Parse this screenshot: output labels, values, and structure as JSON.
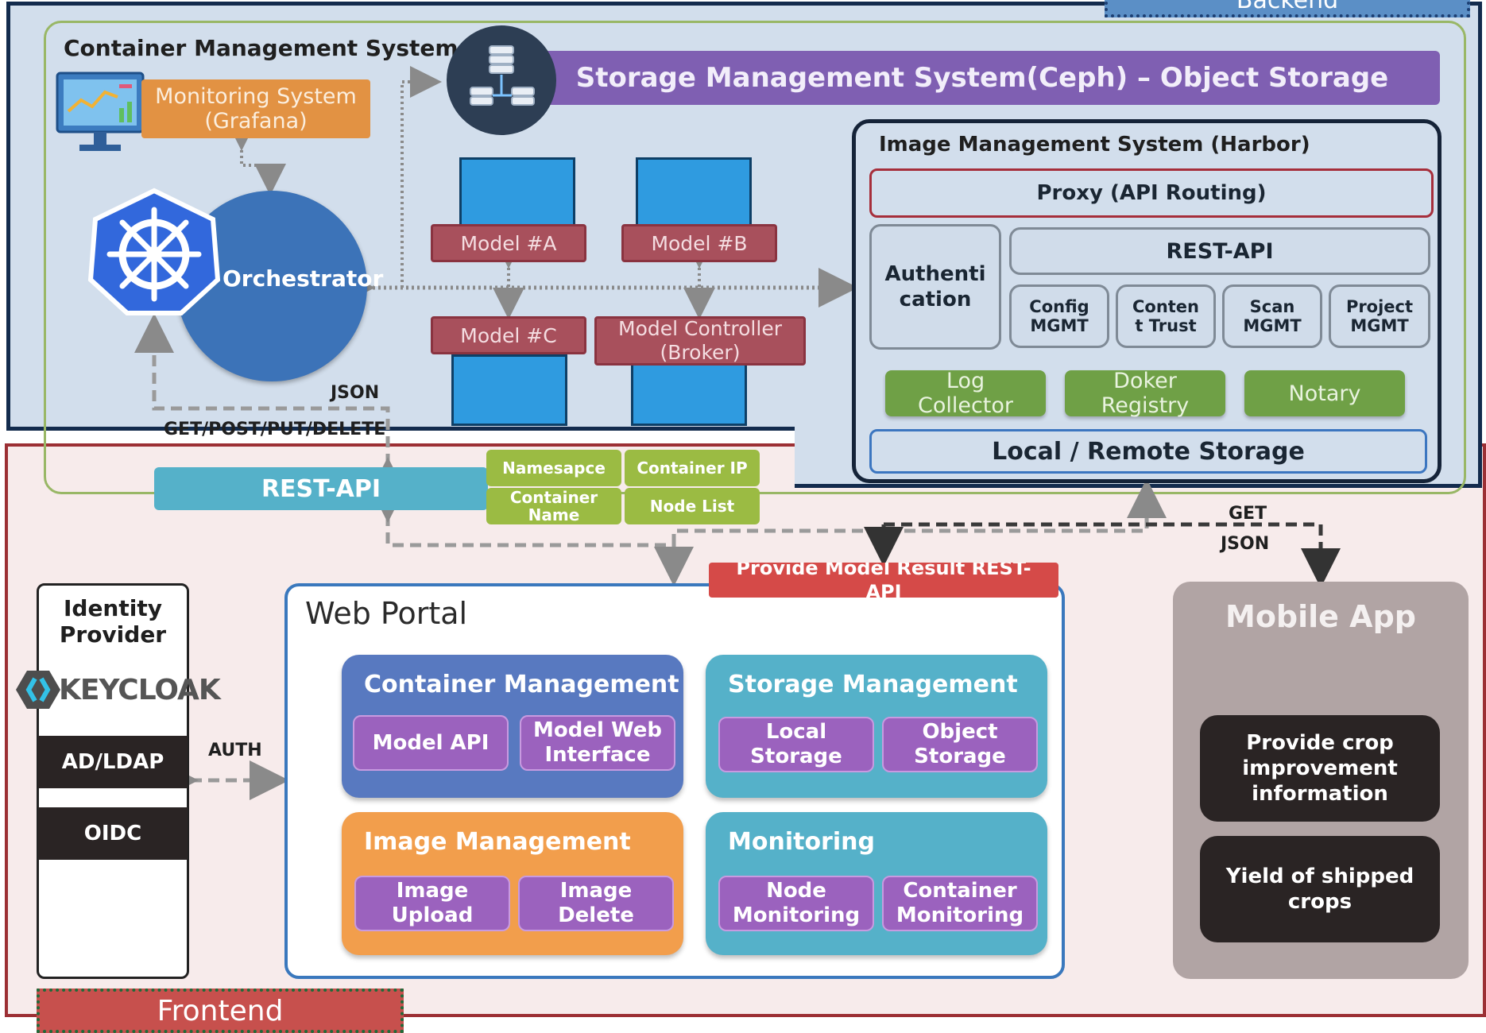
{
  "backend": {
    "tab_label": "Backend",
    "cms_title": "Container Management System",
    "monitoring": "Monitoring System\n(Grafana)",
    "storage": "Storage Management System(Ceph) – Object Storage",
    "orchestrator": "Orchestrator",
    "models": {
      "a": "Model #A",
      "b": "Model #B",
      "c": "Model #C",
      "controller": "Model Controller\n(Broker)"
    },
    "harbor": {
      "title": "Image Management System (Harbor)",
      "proxy": "Proxy (API Routing)",
      "auth": "Authenti\ncation",
      "rest_api": "REST-API",
      "config": "Config\nMGMT",
      "content_trust": "Conten\nt Trust",
      "scan": "Scan\nMGMT",
      "project": "Project\nMGMT",
      "log_collector": "Log\nCollector",
      "registry": "Doker\nRegistry",
      "notary": "Notary",
      "storage": "Local / Remote Storage"
    },
    "rest_api": "REST-API",
    "tags": {
      "namespace": "Namesapce",
      "container_ip": "Container IP",
      "container_name": "Container\nName",
      "node_list": "Node List"
    },
    "json_label": "JSON",
    "methods_label": "GET/POST/PUT/DELETE"
  },
  "frontend": {
    "tab_label": "Frontend",
    "get_label": "GET",
    "json_label": "JSON",
    "auth_label": "AUTH",
    "identity": {
      "title": "Identity\nProvider",
      "logo": "KEYCLOAK",
      "ad_ldap": "AD/LDAP",
      "oidc": "OIDC"
    },
    "web_portal": {
      "title": "Web Portal",
      "provide_api": "Provide Model Result REST-\nAPI",
      "container_mgmt": {
        "title": "Container Management",
        "btn1": "Model API",
        "btn2": "Model Web\nInterface"
      },
      "storage_mgmt": {
        "title": "Storage Management",
        "btn1": "Local\nStorage",
        "btn2": "Object\nStorage"
      },
      "image_mgmt": {
        "title": "Image Management",
        "btn1": "Image\nUpload",
        "btn2": "Image\nDelete"
      },
      "monitoring": {
        "title": "Monitoring",
        "btn1": "Node\nMonitoring",
        "btn2": "Container\nMonitoring"
      }
    },
    "mobile": {
      "title": "Mobile App",
      "btn1": "Provide crop\nimprovement\ninformation",
      "btn2": "Yield of shipped\ncrops"
    }
  },
  "colors": {
    "backend_bg": "#d2deec",
    "frontend_bg": "#f7ebeb",
    "storage_bar": "#7f5fb2",
    "rest_api": "#55b1c9"
  },
  "icons": [
    "monitor-chart-icon",
    "server-cluster-icon",
    "kubernetes-helm-icon",
    "docker-whale-icon",
    "keycloak-logo-icon"
  ]
}
